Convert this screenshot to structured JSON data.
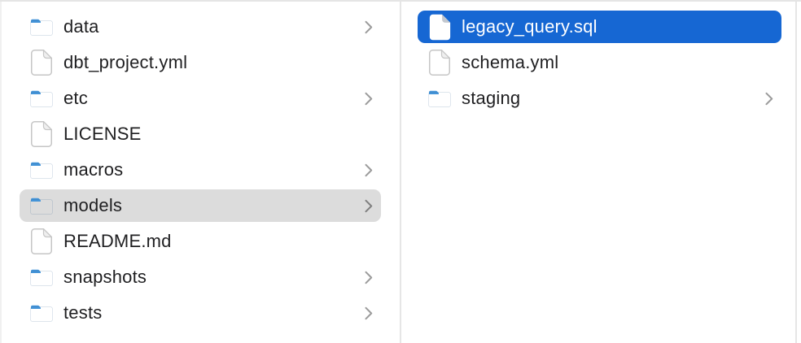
{
  "window": {
    "type": "finder-column-view",
    "view": "columns"
  },
  "colors": {
    "selection_blue": "#1667d3",
    "selection_gray": "#dcdcdc",
    "text": "#1f1f21",
    "text_selected": "#ffffff",
    "chevron": "#9b9b9b",
    "divider": "#e6e6e6",
    "folder_blue": "#5bb0ea",
    "folder_tab_blue": "#4494d8"
  },
  "columns": [
    {
      "name": "left-column",
      "items": [
        {
          "label": "data",
          "icon": "folder",
          "chevron": true,
          "selected": false
        },
        {
          "label": "dbt_project.yml",
          "icon": "file",
          "chevron": false,
          "selected": false
        },
        {
          "label": "etc",
          "icon": "folder",
          "chevron": true,
          "selected": false
        },
        {
          "label": "LICENSE",
          "icon": "file",
          "chevron": false,
          "selected": false
        },
        {
          "label": "macros",
          "icon": "folder",
          "chevron": true,
          "selected": false
        },
        {
          "label": "models",
          "icon": "folder",
          "chevron": true,
          "selected": "gray"
        },
        {
          "label": "README.md",
          "icon": "file",
          "chevron": false,
          "selected": false
        },
        {
          "label": "snapshots",
          "icon": "folder",
          "chevron": true,
          "selected": false
        },
        {
          "label": "tests",
          "icon": "folder",
          "chevron": true,
          "selected": false
        }
      ]
    },
    {
      "name": "right-column",
      "items": [
        {
          "label": "legacy_query.sql",
          "icon": "file",
          "chevron": false,
          "selected": "blue"
        },
        {
          "label": "schema.yml",
          "icon": "file",
          "chevron": false,
          "selected": false
        },
        {
          "label": "staging",
          "icon": "folder",
          "chevron": true,
          "selected": false
        }
      ]
    }
  ]
}
